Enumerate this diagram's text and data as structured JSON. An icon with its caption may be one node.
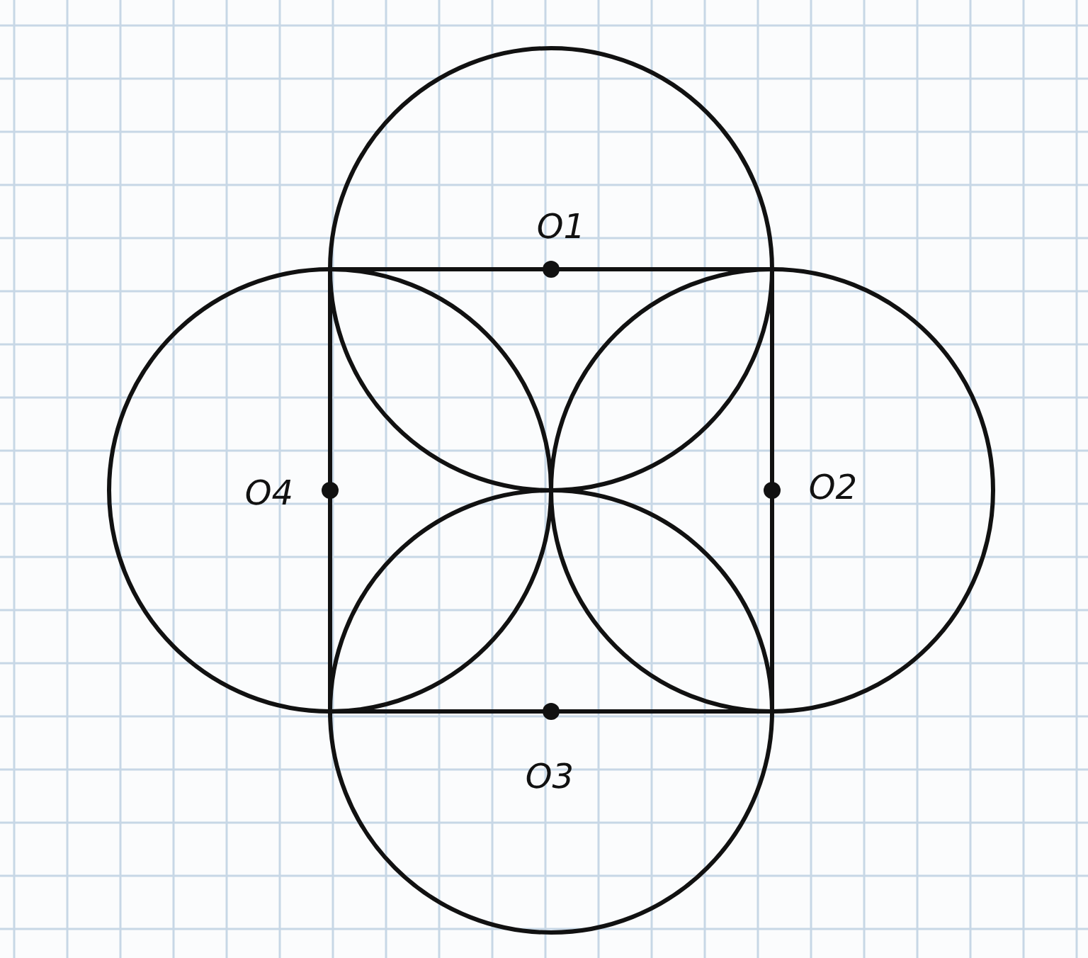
{
  "diagram": {
    "labels": [
      "O1",
      "O2",
      "O3",
      "O4"
    ]
  }
}
